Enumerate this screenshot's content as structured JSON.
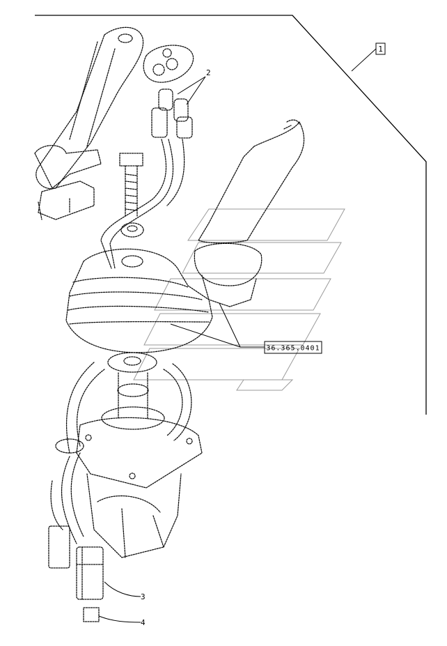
{
  "labels": {
    "assembly_callout": "1",
    "callout_2": "2",
    "callout_3": "3",
    "callout_4": "4",
    "part_reference": "36.365.0401"
  },
  "colors": {
    "line": "#000000",
    "watermark": "#9a9a9a",
    "background": "#ffffff"
  }
}
